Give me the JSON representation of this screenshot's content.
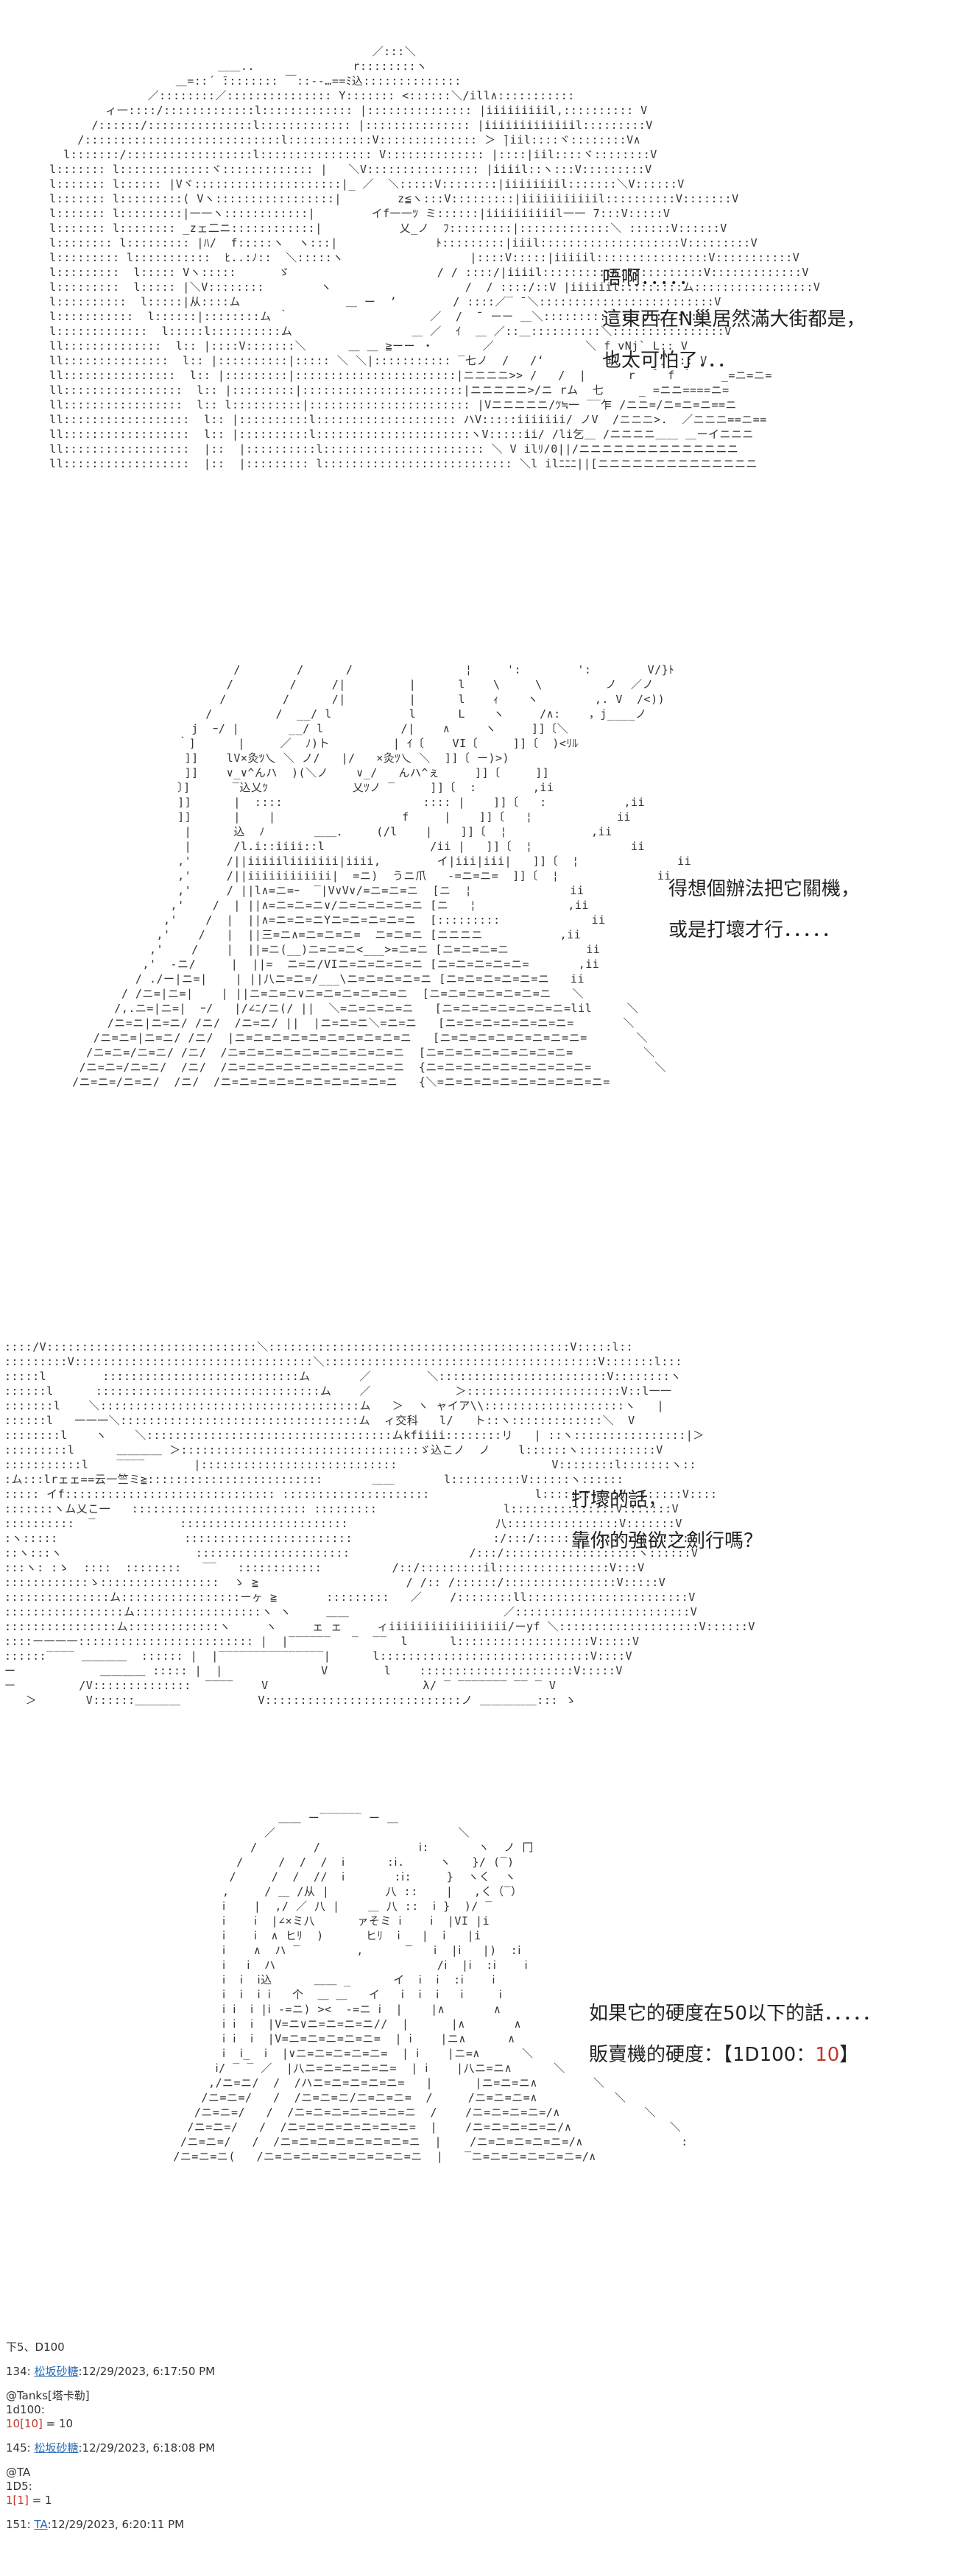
{
  "panel1": {
    "lines": [
      "唔啊．．．．．",
      "這東西在N巢居然滿大街都是，",
      "也太可怕了．．．"
    ]
  },
  "panel2": {
    "lines": [
      "得想個辦法把它關機，",
      "或是打壞才行．．．．．"
    ]
  },
  "panel3": {
    "lines": [
      "打壞的話，",
      "靠你的強欲之劍行嗎？"
    ]
  },
  "panel4": {
    "line1": "如果它的硬度在50以下的話．．．．．",
    "line2_prefix": "販賣機的硬度：【1D100：",
    "line2_roll": "10",
    "line2_suffix": "】"
  },
  "footer": {
    "label": "下5、D100",
    "post1": {
      "id": "134",
      "user": "松坂砂糖",
      "time": "12/29/2023, 6:17:50 PM",
      "mention_prefix": "@Tanks",
      "mention_name": "[塔卡勒]",
      "dice": "1d100:",
      "result_expr": "10[10]",
      "result_total": " = 10"
    },
    "post2": {
      "id": "145",
      "user": "松坂砂糖",
      "time": "12/29/2023, 6:18:08 PM",
      "mention": "@TA",
      "dice": "1D5:",
      "result_expr": "1[1]",
      "result_total": " = 1"
    },
    "post3": {
      "id": "151",
      "user": "TA",
      "time": "12/29/2023, 6:20:11 PM"
    }
  }
}
